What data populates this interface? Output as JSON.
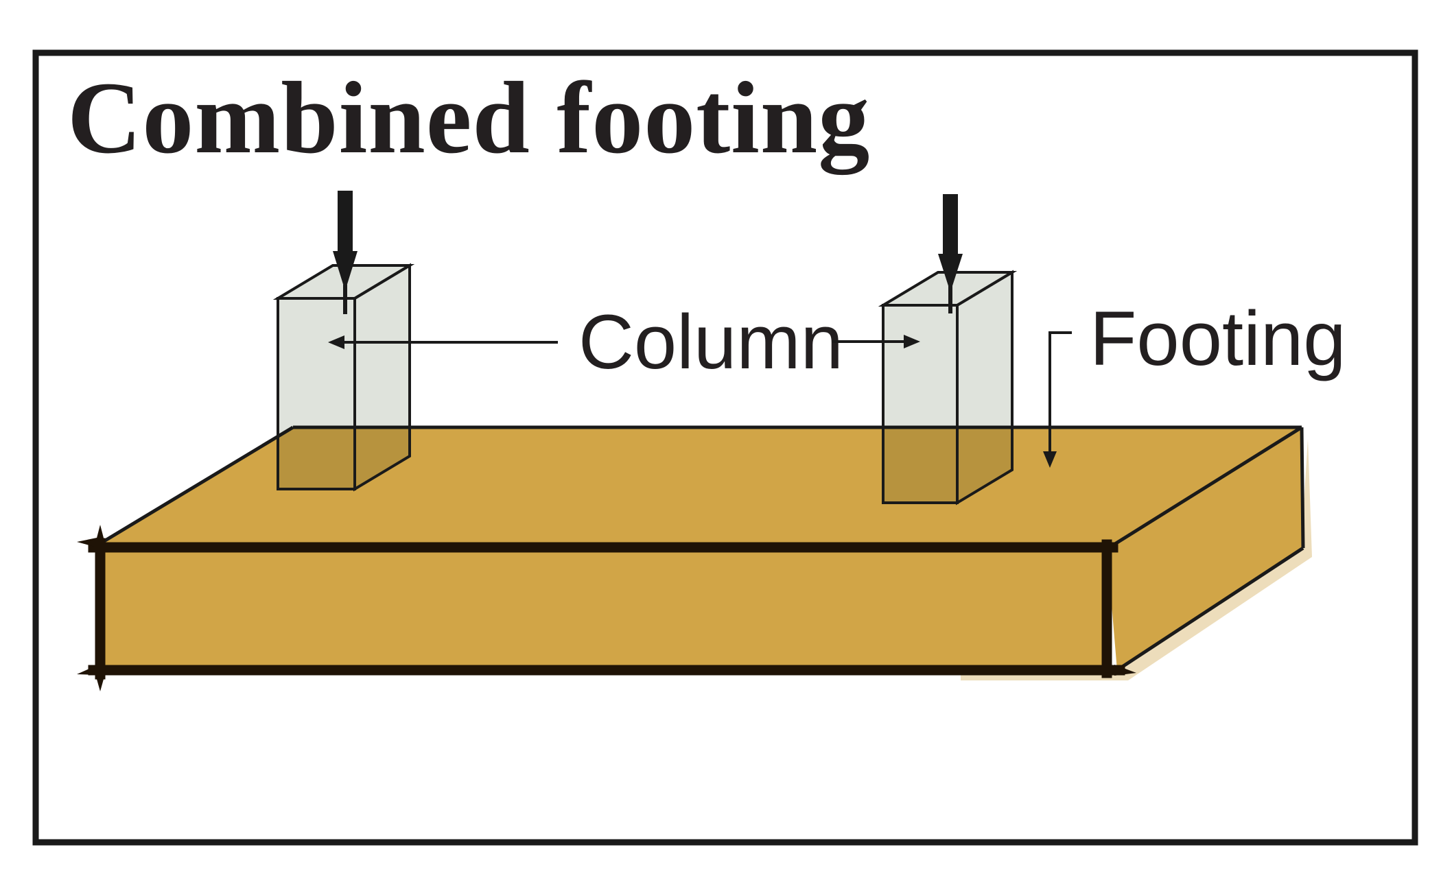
{
  "title": "Combined footing",
  "labels": {
    "column": "Column",
    "footing": "Footing"
  },
  "icons": {
    "left_load_arrow": "down-arrow-icon",
    "right_load_arrow": "down-arrow-icon"
  },
  "colors": {
    "footing": "#D1A547",
    "column": "#DFE3DC",
    "outline": "#1A1A1A",
    "heavy_outline": "#1F1306",
    "text": "#231F20",
    "background": "#FFFFFF"
  }
}
